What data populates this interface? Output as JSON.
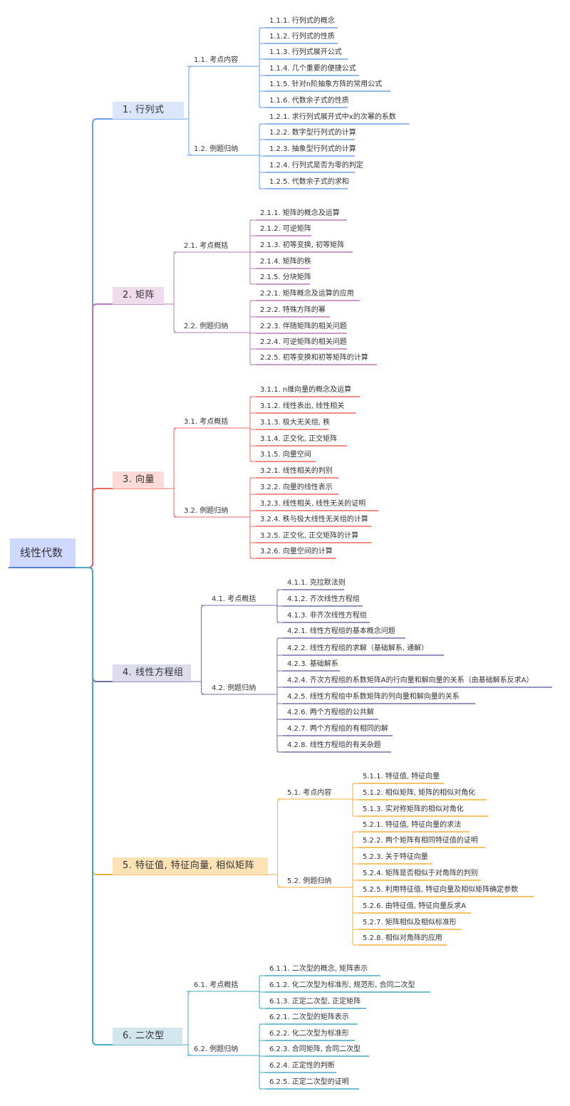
{
  "root": {
    "label": "线性代数"
  },
  "branches": [
    {
      "label": "1. 行列式",
      "color": "#6aa0ec",
      "bg": "#dbe6fb",
      "subs": [
        {
          "label": "1.1. 考点内容",
          "items": [
            "1.1.1. 行列式的概念",
            "1.1.2. 行列式的性质",
            "1.1.3. 行列式展开公式",
            "1.1.4. 几个重要的便捷公式",
            "1.1.5. 针对n阶抽象方阵的常用公式",
            "1.1.6. 代数余子式的性质"
          ]
        },
        {
          "label": "1.2. 例题归纳",
          "items": [
            "1.2.1. 求行列式展开式中x的次幂的系数",
            "1.2.2. 数字型行列式的计算",
            "1.2.3. 抽象型行列式的计算",
            "1.2.4. 行列式是否为零的判定",
            "1.2.5. 代数余子式的求和"
          ]
        }
      ]
    },
    {
      "label": "2. 矩阵",
      "color": "#b57bb5",
      "bg": "#eedcec",
      "subs": [
        {
          "label": "2.1. 考点概括",
          "items": [
            "2.1.1. 矩阵的概念及运算",
            "2.1.2. 可逆矩阵",
            "2.1.3. 初等变换, 初等矩阵",
            "2.1.4. 矩阵的秩",
            "2.1.5. 分块矩阵"
          ]
        },
        {
          "label": "2.2. 例题归纳",
          "items": [
            "2.2.1. 矩阵概念及运算的应用",
            "2.2.2. 特殊方阵的幂",
            "2.2.3. 伴随矩阵的相关问题",
            "2.2.4. 可逆矩阵的相关问题",
            "2.2.5. 初等变换和初等矩阵的计算"
          ]
        }
      ]
    },
    {
      "label": "3. 向量",
      "color": "#e8695f",
      "bg": "#fbdad7",
      "subs": [
        {
          "label": "3.1. 考点概括",
          "items": [
            "3.1.1. n维向量的概念及运算",
            "3.1.2. 线性表出, 线性相关",
            "3.1.3. 极大无关组, 秩",
            "3.1.4. 正交化, 正交矩阵",
            "3.1.5. 向量空间"
          ]
        },
        {
          "label": "3.2. 例题归纳",
          "items": [
            "3.2.1. 线性相关的判别",
            "3.2.2. 向量的线性表示",
            "3.2.3. 线性相关, 线性无关的证明",
            "3.2.4. 秩与极大线性无关组的计算",
            "3.2.5. 正交化, 正交矩阵的计算",
            "3.2.6. 向量空间的计算"
          ]
        }
      ]
    },
    {
      "label": "4. 线性方程组",
      "color": "#6f70a8",
      "bg": "#dcdcec",
      "subs": [
        {
          "label": "4.1. 考点概括",
          "items": [
            "4.1.1. 克拉默法则",
            "4.1.2. 齐次线性方程组",
            "4.1.3. 非齐次线性方程组"
          ]
        },
        {
          "label": "4.2. 例题归纳",
          "items": [
            "4.2.1. 线性方程组的基本概念问题",
            "4.2.2. 线性方程组的求解（基础解系, 通解）",
            "4.2.3. 基础解系",
            "4.2.4. 齐次方程组的系数矩阵A的行向量和解向量的关系（由基础解系反求A）",
            "4.2.5. 线性方程组中系数矩阵的列向量和解向量的关系",
            "4.2.6. 两个方程组的公共解",
            "4.2.7. 两个方程组的有相同的解",
            "4.2.8. 线性方程组的有关杂题"
          ]
        }
      ]
    },
    {
      "label": "5. 特征值, 特征向量, 相似矩阵",
      "color": "#f2b035",
      "bg": "#fde2b6",
      "subs": [
        {
          "label": "5.1. 考点内容",
          "items": [
            "5.1.1. 特征值, 特征向量",
            "5.1.2. 相似矩阵, 矩阵的相似对角化",
            "5.1.3. 实对称矩阵的相似对角化"
          ]
        },
        {
          "label": "5.2. 例题归纳",
          "items": [
            "5.2.1. 特征值, 特征向量的求法",
            "5.2.2. 两个矩阵有相同特征值的证明",
            "5.2.3. 关于特征向量",
            "5.2.4. 矩阵是否相似于对角阵的判别",
            "5.2.5. 利用特征值, 特征向量及相似矩阵确定参数",
            "5.2.6. 由特征值, 特征向量反求A",
            "5.2.7. 矩阵相似及相似标准形",
            "5.2.8. 相似对角阵的应用"
          ]
        }
      ]
    },
    {
      "label": "6. 二次型",
      "color": "#4aa9c4",
      "bg": "#d2e6ee",
      "subs": [
        {
          "label": "6.1. 考点概括",
          "items": [
            "6.1.1. 二次型的概念, 矩阵表示",
            "6.1.2. 化二次型为标准形, 规范形, 合同二次型",
            "6.1.3. 正定二次型, 正定矩阵"
          ]
        },
        {
          "label": "6.2. 例题归纳",
          "items": [
            "6.2.1. 二次型的矩阵表示",
            "6.2.2. 化二次型为标准形",
            "6.2.3. 合同矩阵, 合同二次型",
            "6.2.4. 正定性的判断",
            "6.2.5. 正定二次型的证明"
          ]
        }
      ]
    }
  ]
}
